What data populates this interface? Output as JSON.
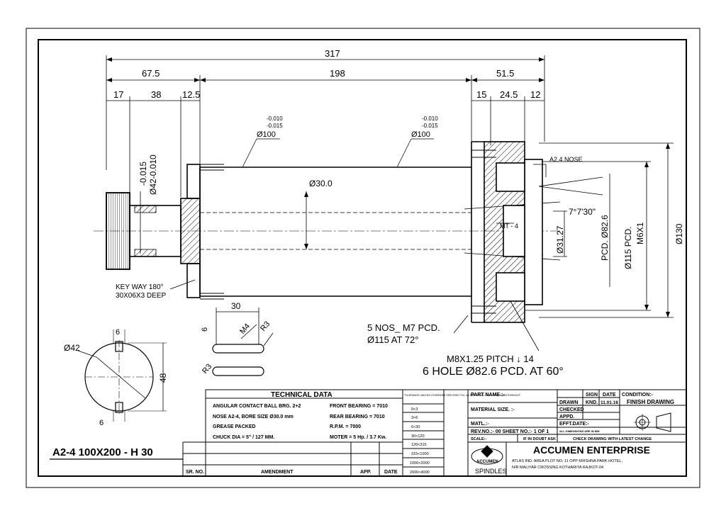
{
  "dims": {
    "overall": "317",
    "left_section": "67.5",
    "mid_section": "198",
    "right_section": "51.5",
    "d17": "17",
    "d38": "38",
    "d12_5": "12.5",
    "d15": "15",
    "d24_5": "24.5",
    "d12": "12",
    "tol_neg": "-0.010",
    "tol_neg2": "-0.015",
    "dia100": "Ø100",
    "dia30": "Ø30.0",
    "dia42_tol1": "-0.015",
    "dia42_tol2": "Ø42-0.010",
    "nose_label": "A2.4 NOSE",
    "angle": "7°7'30\"",
    "pcd82": "PCD. Ø82.6",
    "pcd115": "Ø115 PCD.",
    "m6": "M6X1",
    "dia130": "Ø130",
    "dia31": "Ø31.27",
    "mt4": "MT - 4",
    "keyway1": "KEY WAY 180°",
    "keyway2": "30X06X3 DEEP",
    "nos1": "5 NOS_ M7  PCD.",
    "nos2": "Ø115  AT 72°",
    "m8_1": "M8X1.25 PITCH ↓ 14",
    "m8_2": "6 HOLE Ø82.6 PCD. AT 60°",
    "key30": "30",
    "key6": "6",
    "m4": "M4",
    "r3a": "R3",
    "r3b": "R3",
    "sec_dia42": "Ø42",
    "sec6a": "6",
    "sec6b": "6",
    "sec48": "48"
  },
  "model": "A2-4  100X200 - H 30",
  "tech": {
    "title": "TECHNICAL DATA",
    "l1": "ANGULAR CONTACT BALL BRG. 2+2",
    "l2": "NOSE A2-4, BORE SIZE  Ø30.0 mm",
    "l3": "GREASE PACKED",
    "l4": "CHUCK DIA    = 5\" / 127 MM.",
    "r1": "FRONT  BEARING = 7010",
    "r2": "REAR  BEARING = 7010",
    "r3": "R.P.M. =  7000",
    "r4": "MOTER = 5 Hp. / 3.7 Kw."
  },
  "amend": {
    "sr": "SR. NO.",
    "amendment": "AMENDMENT",
    "app": "APP.",
    "date": "DATE"
  },
  "tolerance": {
    "header": "TOLERANCE UNLESS OTHERWISE SPECIFIED TOL. AS PER IS:2102-1974 LENGTH/WIDTH/HEIGHT",
    "rows": [
      "0<3",
      "3<6",
      "6<30",
      "30<120",
      "120<315",
      "315<1000",
      "1000<2000",
      "2000<4000"
    ]
  },
  "title_block": {
    "part_name": "PART NAME :-",
    "material": "MATERIAL SIZE. :-",
    "matl": "MATL.:-",
    "rev": "REV.NO.:- 00  SHEET NO.:- 1 OF 1",
    "scale": "SCALE:-",
    "doubt": "IF IN DOUBT ASK",
    "check": "CHECK DRAWING WITH LATEST CHANGE",
    "sign": "SIGN",
    "date": "DATE",
    "drawn": "DRAWN",
    "knd": "KND.",
    "drawn_date": "11.01.16",
    "checked": "CHECKED",
    "appd": "APPD.",
    "efft": "EFFT.DATE:-",
    "dims_note": "ALL DIMENSIONS ARE IN MM",
    "condition": "CONDITION:-",
    "finish": "FINISH DRAWING",
    "company": "ACCUMEN ENTERPRISE",
    "addr1": "ATLAS IND. AREA PLOT NO. 11 OPP KRISHNA PARK HOTEL,",
    "addr2": "N/R MALIYAR CROSSING KOTHARIYA RAJKOT-04",
    "logo": "ACCUMEN",
    "spindles": "SPINDLES"
  }
}
